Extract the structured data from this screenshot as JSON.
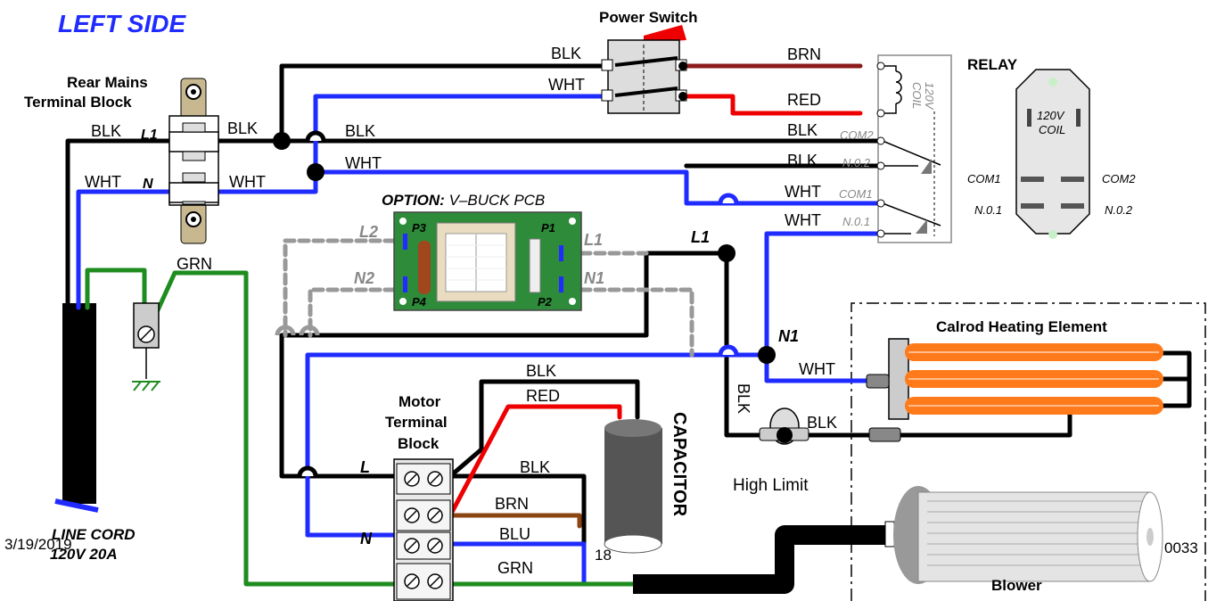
{
  "labels": {
    "left_side": "LEFT SIDE",
    "power_switch": "Power Switch",
    "rear_mains_1": "Rear Mains",
    "rear_mains_2": "Terminal Block",
    "relay": "RELAY",
    "relay_coil_1": "120V",
    "relay_coil_2": "COIL",
    "coil_side_1": "120V",
    "coil_side_2": "COIL",
    "com1": "COM1",
    "com2": "COM2",
    "no1": "N.0.1",
    "no2": "N.0.2",
    "com1_gray": "COM1",
    "com2_gray": "COM2",
    "no1_gray": "N.0.1",
    "no2_gray": "N.0.2",
    "option_bold": "OPTION:",
    "option_rest": " V–BUCK PCB",
    "p1": "P1",
    "p2": "P2",
    "p3": "P3",
    "p4": "P4",
    "l1_pcb": "L1",
    "n1_pcb": "N1",
    "l2": "L2",
    "n2": "N2",
    "l1_node": "L1",
    "n1_node": "N1",
    "calrod": "Calrod Heating Element",
    "motor_1": "Motor",
    "motor_2": "Terminal",
    "motor_3": "Block",
    "capacitor": "CAPACITOR",
    "high_limit": "High Limit",
    "blower": "Blower",
    "line_cord_1": "LINE CORD",
    "line_cord_2": "120V 20A",
    "date": "3/19/2019",
    "page_left": "18",
    "doc_num": "0033",
    "term_l1": "L1",
    "term_n": "N",
    "motor_l": "L",
    "motor_n": "N"
  },
  "wires": {
    "blk_cord": "BLK",
    "wht_cord": "WHT",
    "blk_tb": "BLK",
    "wht_tb": "WHT",
    "grn": "GRN",
    "blk_sw": "BLK",
    "wht_sw": "WHT",
    "brn_sw": "BRN",
    "red_sw": "RED",
    "blk_mid": "BLK",
    "wht_mid": "WHT",
    "blk_com2": "BLK",
    "blk_no2": "BLK",
    "wht_com1": "WHT",
    "wht_no1": "WHT",
    "wht_heat": "WHT",
    "blk_vert": "BLK",
    "blk_limit": "BLK",
    "blk_cap": "BLK",
    "red_cap": "RED",
    "blk_motor": "BLK",
    "brn_motor": "BRN",
    "blu_motor": "BLU",
    "grn_motor": "GRN"
  },
  "colors": {
    "black_wire": "#000000",
    "white_wire": "#1f2bff",
    "green_wire": "#1e8c1e",
    "red_wire": "#ee0000",
    "brown_wire": "#8b1a1a",
    "heater": "#ff7a1a",
    "pcb": "#2e8b3a",
    "left_side_text": "#1f2bff"
  }
}
